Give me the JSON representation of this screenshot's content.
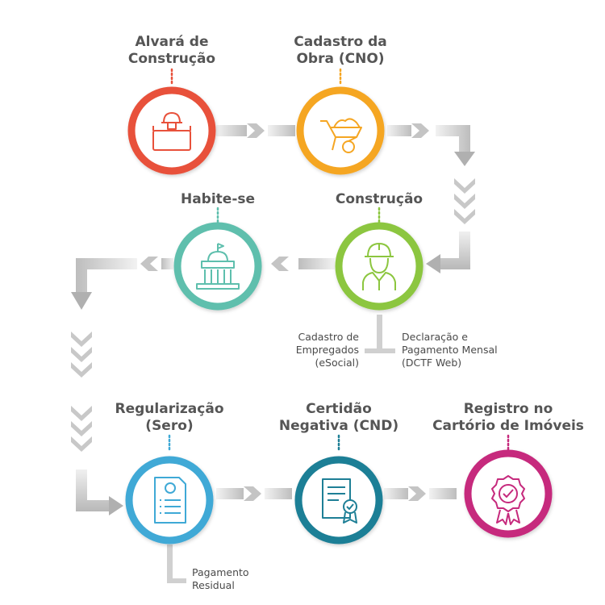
{
  "steps": [
    {
      "id": "alvara",
      "title": "Alvará de\nConstrução",
      "icon": "construction-worker-wall-icon",
      "color": "#e8513b"
    },
    {
      "id": "cno",
      "title": "Cadastro da\nObra (CNO)",
      "icon": "wheelbarrow-icon",
      "color": "#f5a623"
    },
    {
      "id": "construcao",
      "title": "Construção",
      "icon": "worker-helmet-icon",
      "color": "#8cc63f"
    },
    {
      "id": "habite",
      "title": "Habite-se",
      "icon": "government-building-icon",
      "color": "#5ebfad"
    },
    {
      "id": "sero",
      "title": "Regularização\n(Sero)",
      "icon": "invoice-document-icon",
      "color": "#3fa9d6"
    },
    {
      "id": "cnd",
      "title": "Certidão\nNegativa (CND)",
      "icon": "certificate-document-icon",
      "color": "#1e7f96"
    },
    {
      "id": "cartorio",
      "title": "Registro no\nCartório de Imóveis",
      "icon": "award-seal-icon",
      "color": "#c62a7d"
    }
  ],
  "notes": {
    "esocial": "Cadastro de\nEmpregados\n(eSocial)",
    "dctf": "Declaração e\nPagamento Mensal\n(DCTF Web)",
    "residual": "Pagamento\nResidual"
  }
}
